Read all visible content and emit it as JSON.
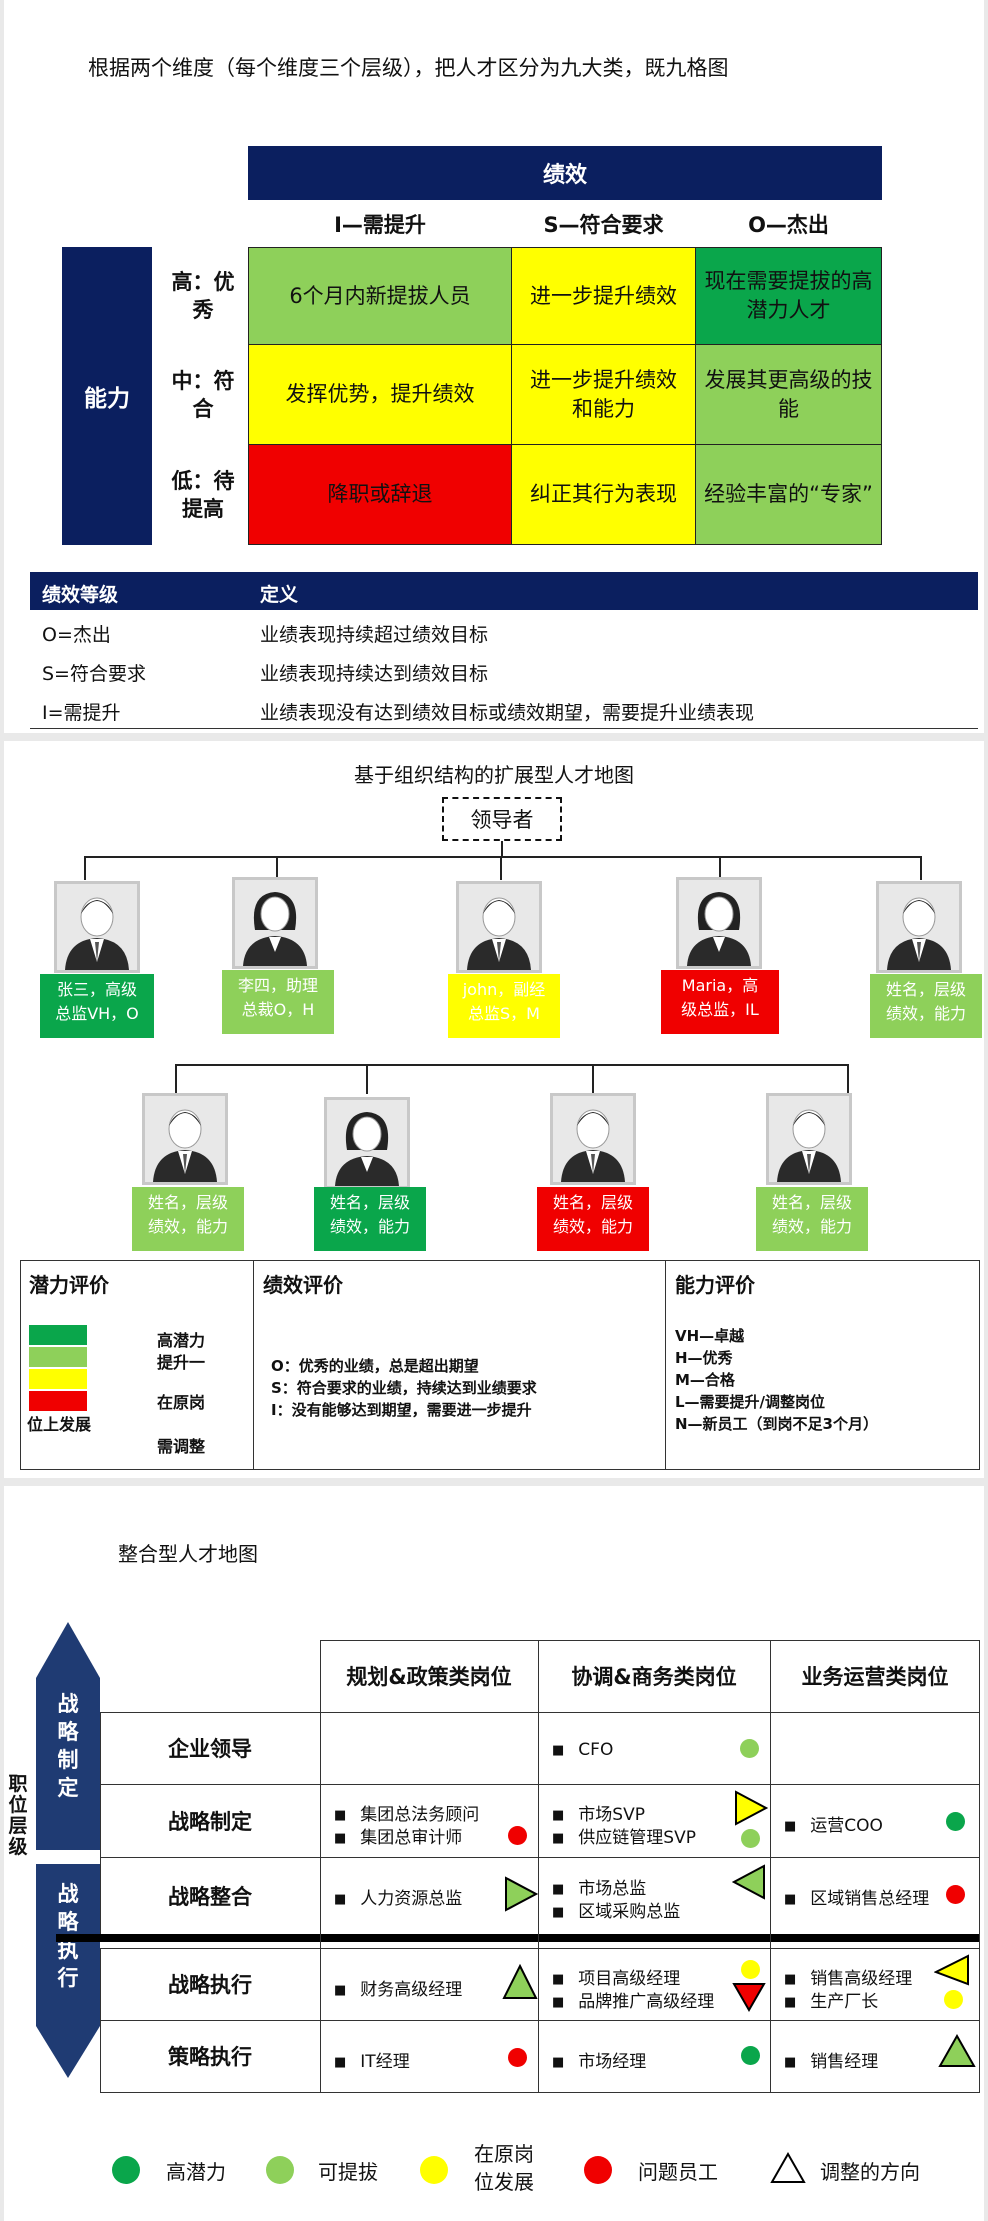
{
  "nine_grid": {
    "title": "根据两个维度（每个维度三个层级），把人才区分为九大类，既九格图",
    "perf_header": "绩效",
    "ability_header": "能力",
    "col_headers": [
      "I—需提升",
      "S—符合要求",
      "O—杰出"
    ],
    "row_headers": [
      "高：优秀",
      "中：符合",
      "低：待提高"
    ],
    "cells": [
      [
        "6个月内新提拔人员",
        "进一步提升绩效",
        "现在需要提拔的高潜力人才"
      ],
      [
        "发挥优势，提升绩效",
        "进一步提升绩效和能力",
        "发展其更高级的技能"
      ],
      [
        "降职或辞退",
        "纠正其行为表现",
        "经验丰富的“专家”"
      ]
    ],
    "def_table": {
      "headers": [
        "绩效等级",
        "定义"
      ],
      "rows": [
        [
          "O=杰出",
          "业绩表现持续超过绩效目标"
        ],
        [
          "S=符合要求",
          "业绩表现持续达到绩效目标"
        ],
        [
          "I=需提升",
          "业绩表现没有达到绩效目标或绩效期望，需要提升业绩表现"
        ]
      ]
    }
  },
  "org_map": {
    "title": "基于组织结构的扩展型人才地图",
    "leader": "领导者",
    "row1": [
      {
        "line1": "张三，高级",
        "line2": "总监VH，O",
        "color": "#0aa64b"
      },
      {
        "line1": "李四，助理",
        "line2": "总裁O，H",
        "color": "#8ed05a"
      },
      {
        "line1": "john，副经",
        "line2": "总监S，M",
        "color": "#ffff00"
      },
      {
        "line1": "Maria，高",
        "line2": "级总监，IL",
        "color": "#f00000"
      },
      {
        "line1": "姓名，层级",
        "line2": "绩效，能力",
        "color": "#8ed05a"
      }
    ],
    "row2": [
      {
        "line1": "姓名，层级",
        "line2": "绩效，能力",
        "color": "#8ed05a"
      },
      {
        "line1": "姓名，层级",
        "line2": "绩效，能力",
        "color": "#0aa64b"
      },
      {
        "line1": "姓名，层级",
        "line2": "绩效，能力",
        "color": "#f00000"
      },
      {
        "line1": "姓名，层级",
        "line2": "绩效，能力",
        "color": "#8ed05a"
      }
    ],
    "legend": {
      "potential_title": "潜力评价",
      "potential_labels": [
        "高潜力",
        "提升一",
        "在原岗",
        "位上发展",
        "需调整"
      ],
      "perf_title": "绩效评价",
      "perf_lines": [
        "O：优秀的业绩，总是超出期望",
        "S：符合要求的业绩，持续达到业绩要求",
        "I：没有能够达到期望，需要进一步提升"
      ],
      "ability_title": "能力评价",
      "ability_lines": [
        "VH—卓越",
        "H—优秀",
        "M—合格",
        "L—需要提升/调整岗位",
        "N—新员工（到岗不足3个月）"
      ]
    }
  },
  "integrated_map": {
    "title": "整合型人才地图",
    "vertical_axis": "职位层级",
    "arrow_top": "战略制定",
    "arrow_bottom": "战略执行",
    "col_headers": [
      "规划&政策类岗位",
      "协调&商务类岗位",
      "业务运营类岗位"
    ],
    "row_headers": [
      "企业领导",
      "战略制定",
      "战略整合",
      "战略执行",
      "策略执行"
    ],
    "cells": {
      "r0c1": [
        "CFO"
      ],
      "r1c0": [
        "集团总法务顾问",
        "集团总审计师"
      ],
      "r1c1": [
        "市场SVP",
        "供应链管理SVP"
      ],
      "r1c2": [
        "运营COO"
      ],
      "r2c0": [
        "人力资源总监"
      ],
      "r2c1": [
        "市场总监",
        "区域采购总监"
      ],
      "r2c2": [
        "区域销售总经理"
      ],
      "r3c0": [
        "财务高级经理"
      ],
      "r3c1": [
        "项目高级经理",
        "品牌推广高级经理"
      ],
      "r3c2": [
        "销售高级经理",
        "生产厂长"
      ],
      "r4c0": [
        "IT经理"
      ],
      "r4c1": [
        "市场经理"
      ],
      "r4c2": [
        "销售经理"
      ]
    },
    "legend": [
      "高潜力",
      "可提拔",
      "在原岗",
      "位发展",
      "问题员工",
      "调整的方向"
    ]
  },
  "colors": {
    "navy": "#0b1f5f",
    "dark_green": "#0aa64b",
    "light_green": "#8ed05a",
    "yellow": "#ffff00",
    "red": "#f00000"
  }
}
